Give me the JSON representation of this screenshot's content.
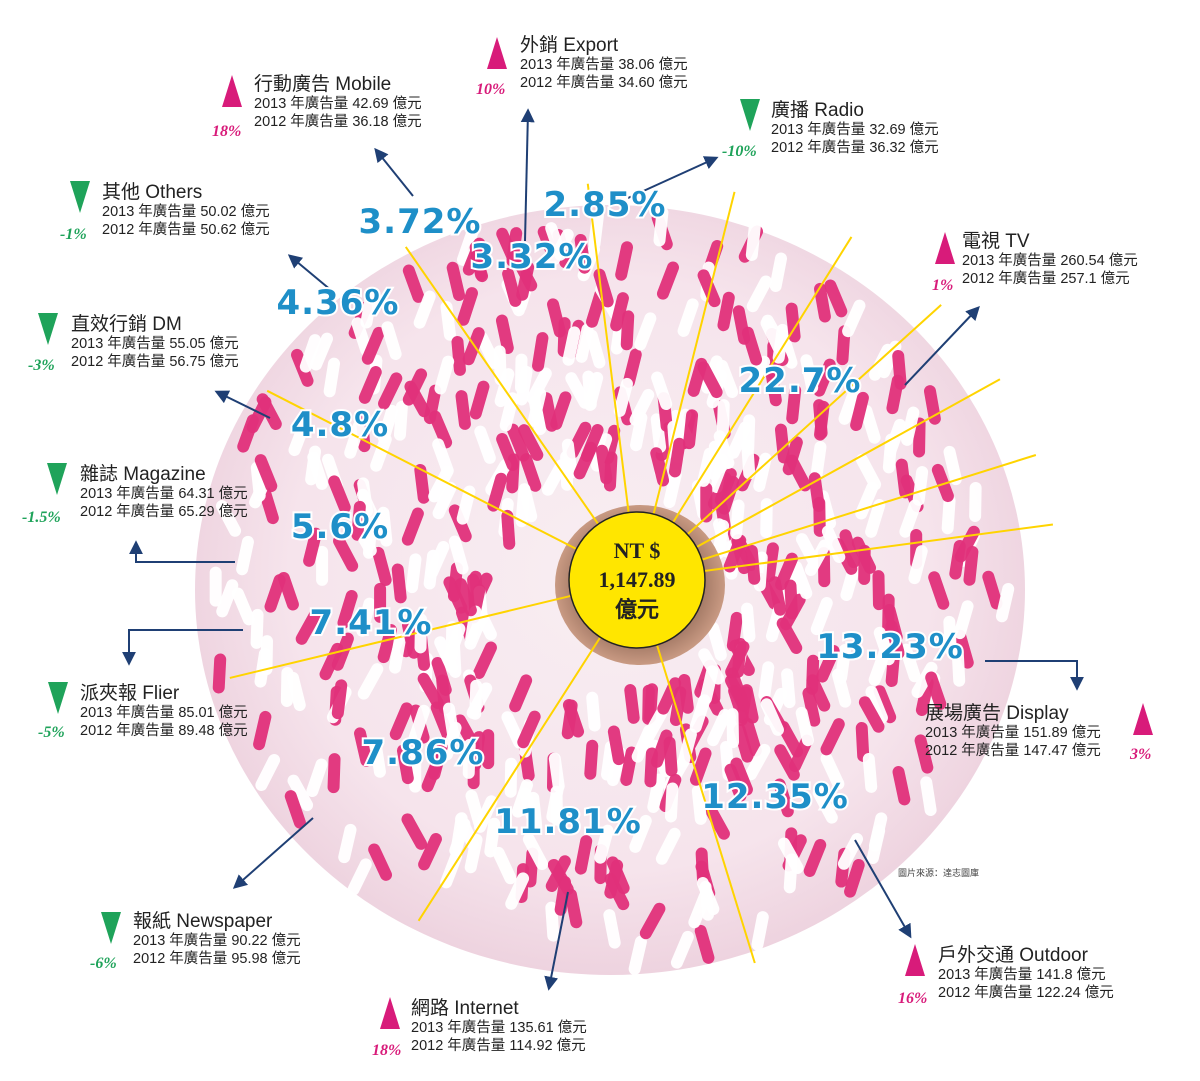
{
  "colors": {
    "up": "#d81b7a",
    "down": "#1fa35a",
    "percent": "#1e8fc8",
    "center": "#ffe600"
  },
  "center": {
    "line1": "NT $",
    "line2": "1,147.89",
    "line3": "億元"
  },
  "credit": "圖片來源：達志圖庫",
  "chart_data": {
    "type": "pie",
    "unit": "億元",
    "segments": [
      {
        "name": "電視 TV",
        "percent_label": "22.7%",
        "percent": 22.7,
        "value_2013": 260.54,
        "value_2012": 257.1,
        "line_2013": "2013 年廣告量 260.54 億元",
        "line_2012": "2012 年廣告量 257.1 億元",
        "change": "1%",
        "direction": "up"
      },
      {
        "name": "展場廣告 Display",
        "percent_label": "13.23%",
        "percent": 13.23,
        "value_2013": 151.89,
        "value_2012": 147.47,
        "line_2013": "2013 年廣告量 151.89 億元",
        "line_2012": "2012 年廣告量 147.47 億元",
        "change": "3%",
        "direction": "up"
      },
      {
        "name": "戶外交通 Outdoor",
        "percent_label": "12.35%",
        "percent": 12.35,
        "value_2013": 141.8,
        "value_2012": 122.24,
        "line_2013": "2013 年廣告量 141.8 億元",
        "line_2012": "2012 年廣告量 122.24 億元",
        "change": "16%",
        "direction": "up"
      },
      {
        "name": "網路 Internet",
        "percent_label": "11.81%",
        "percent": 11.81,
        "value_2013": 135.61,
        "value_2012": 114.92,
        "line_2013": "2013 年廣告量 135.61 億元",
        "line_2012": "2012 年廣告量 114.92 億元",
        "change": "18%",
        "direction": "up"
      },
      {
        "name": "報紙 Newspaper",
        "percent_label": "7.86%",
        "percent": 7.86,
        "value_2013": 90.22,
        "value_2012": 95.98,
        "line_2013": "2013 年廣告量 90.22 億元",
        "line_2012": "2012 年廣告量 95.98 億元",
        "change": "-6%",
        "direction": "down"
      },
      {
        "name": "派夾報 Flier",
        "percent_label": "7.41%",
        "percent": 7.41,
        "value_2013": 85.01,
        "value_2012": 89.48,
        "line_2013": "2013 年廣告量 85.01 億元",
        "line_2012": "2012 年廣告量 89.48 億元",
        "change": "-5%",
        "direction": "down"
      },
      {
        "name": "雜誌 Magazine",
        "percent_label": "5.6%",
        "percent": 5.6,
        "value_2013": 64.31,
        "value_2012": 65.29,
        "line_2013": "2013 年廣告量 64.31 億元",
        "line_2012": "2012 年廣告量 65.29 億元",
        "change": "-1.5%",
        "direction": "down"
      },
      {
        "name": "直效行銷 DM",
        "percent_label": "4.8%",
        "percent": 4.8,
        "value_2013": 55.05,
        "value_2012": 56.75,
        "line_2013": "2013 年廣告量 55.05 億元",
        "line_2012": "2012 年廣告量 56.75 億元",
        "change": "-3%",
        "direction": "down"
      },
      {
        "name": "其他 Others",
        "percent_label": "4.36%",
        "percent": 4.36,
        "value_2013": 50.02,
        "value_2012": 50.62,
        "line_2013": "2013 年廣告量 50.02 億元",
        "line_2012": "2012 年廣告量 50.62 億元",
        "change": "-1%",
        "direction": "down"
      },
      {
        "name": "行動廣告 Mobile",
        "percent_label": "3.72%",
        "percent": 3.72,
        "value_2013": 42.69,
        "value_2012": 36.18,
        "line_2013": "2013 年廣告量 42.69 億元",
        "line_2012": "2012 年廣告量 36.18 億元",
        "change": "18%",
        "direction": "up"
      },
      {
        "name": "外銷 Export",
        "percent_label": "3.32%",
        "percent": 3.32,
        "value_2013": 38.06,
        "value_2012": 34.6,
        "line_2013": "2013 年廣告量 38.06 億元",
        "line_2012": "2012 年廣告量 34.60 億元",
        "change": "10%",
        "direction": "up"
      },
      {
        "name": "廣播 Radio",
        "percent_label": "2.85%",
        "percent": 2.85,
        "value_2013": 32.69,
        "value_2012": 36.32,
        "line_2013": "2013 年廣告量 32.69 億元",
        "line_2012": "2012 年廣告量 36.32 億元",
        "change": "-10%",
        "direction": "down"
      }
    ]
  }
}
